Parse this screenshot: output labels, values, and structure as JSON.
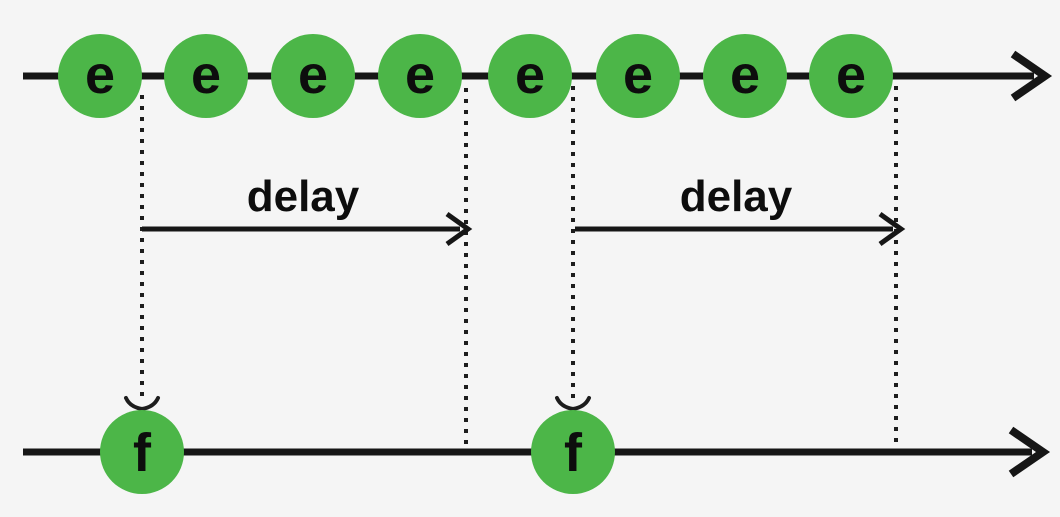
{
  "diagram": {
    "background_color": "#f5f5f5",
    "line_color": "#161616",
    "event_fill_color": "#4CB648",
    "event_label_color": "#0d0d0d",
    "source_stream": {
      "events": [
        {
          "label": "e"
        },
        {
          "label": "e"
        },
        {
          "label": "e"
        },
        {
          "label": "e"
        },
        {
          "label": "e"
        },
        {
          "label": "e"
        },
        {
          "label": "e"
        },
        {
          "label": "e"
        }
      ]
    },
    "result_stream": {
      "events": [
        {
          "label": "f"
        },
        {
          "label": "f"
        }
      ]
    },
    "delay_spans": [
      {
        "label": "delay"
      },
      {
        "label": "delay"
      }
    ]
  }
}
